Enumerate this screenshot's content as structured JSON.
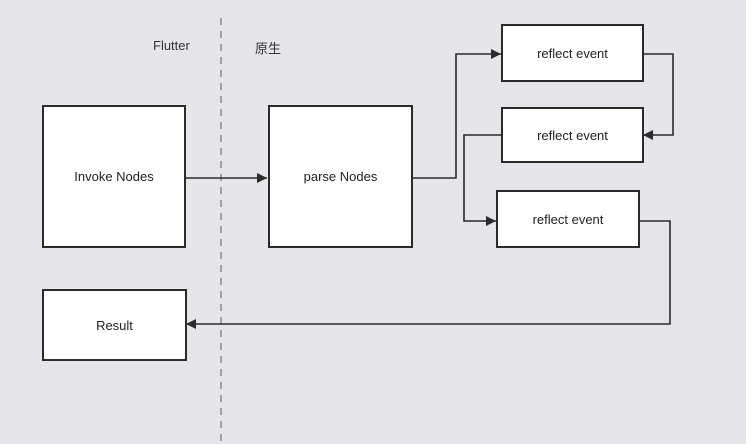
{
  "lanes": {
    "left_label": "Flutter",
    "right_label": "原生"
  },
  "nodes": {
    "invoke": "Invoke Nodes",
    "parse": "parse Nodes",
    "reflect_1": "reflect event",
    "reflect_2": "reflect event",
    "reflect_3": "reflect event",
    "result": "Result"
  },
  "colors": {
    "background": "#e6e5ea",
    "stroke": "#2b2b2b",
    "divider": "#8a8a8a",
    "box_fill": "#ffffff"
  }
}
